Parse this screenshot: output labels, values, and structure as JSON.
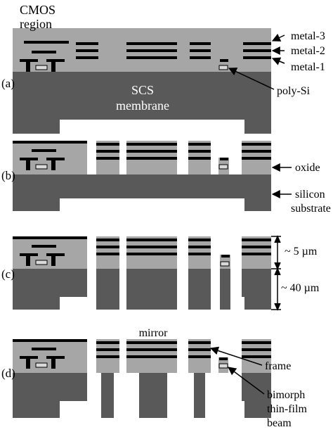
{
  "labels": {
    "cmos_region_line1": "CMOS",
    "cmos_region_line2": "region",
    "metal3": "metal-3",
    "metal2": "metal-2",
    "metal1": "metal-1",
    "polysi": "poly-Si",
    "scs_line1": "SCS",
    "scs_line2": "membrane",
    "oxide": "oxide",
    "silicon_line1": "silicon",
    "silicon_line2": "substrate",
    "dim_5um": "~ 5 µm",
    "dim_40um": "~ 40 µm",
    "mirror": "mirror",
    "frame": "frame",
    "bimorph_line1": "bimorph",
    "bimorph_line2": "thin-film",
    "bimorph_line3": "beam"
  },
  "panels": [
    "(a)",
    "(b)",
    "(c)",
    "(d)"
  ],
  "colors": {
    "oxide": "#a6a6a6",
    "silicon": "#595959",
    "metal": "#000000",
    "polysi": "#d9d9d9",
    "background": "#ffffff"
  }
}
